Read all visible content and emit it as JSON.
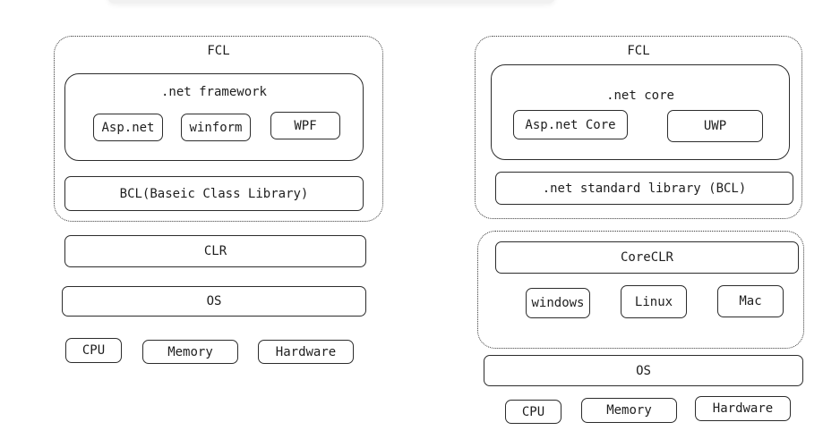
{
  "left": {
    "fcl_label": "FCL",
    "framework_title": ".net framework",
    "framework_items": [
      "Asp.net",
      "winform",
      "WPF"
    ],
    "bcl": "BCL(Baseic Class Library)",
    "clr": "CLR",
    "os": "OS",
    "hardware_items": [
      "CPU",
      "Memory",
      "Hardware"
    ]
  },
  "right": {
    "fcl_label": "FCL",
    "core_title": ".net core",
    "core_items": [
      "Asp.net Core",
      "UWP"
    ],
    "standard_library": ".net standard library (BCL)",
    "coreclr": "CoreCLR",
    "platforms": [
      "windows",
      "Linux",
      "Mac"
    ],
    "os": "OS",
    "hardware_items": [
      "CPU",
      "Memory",
      "Hardware"
    ]
  }
}
